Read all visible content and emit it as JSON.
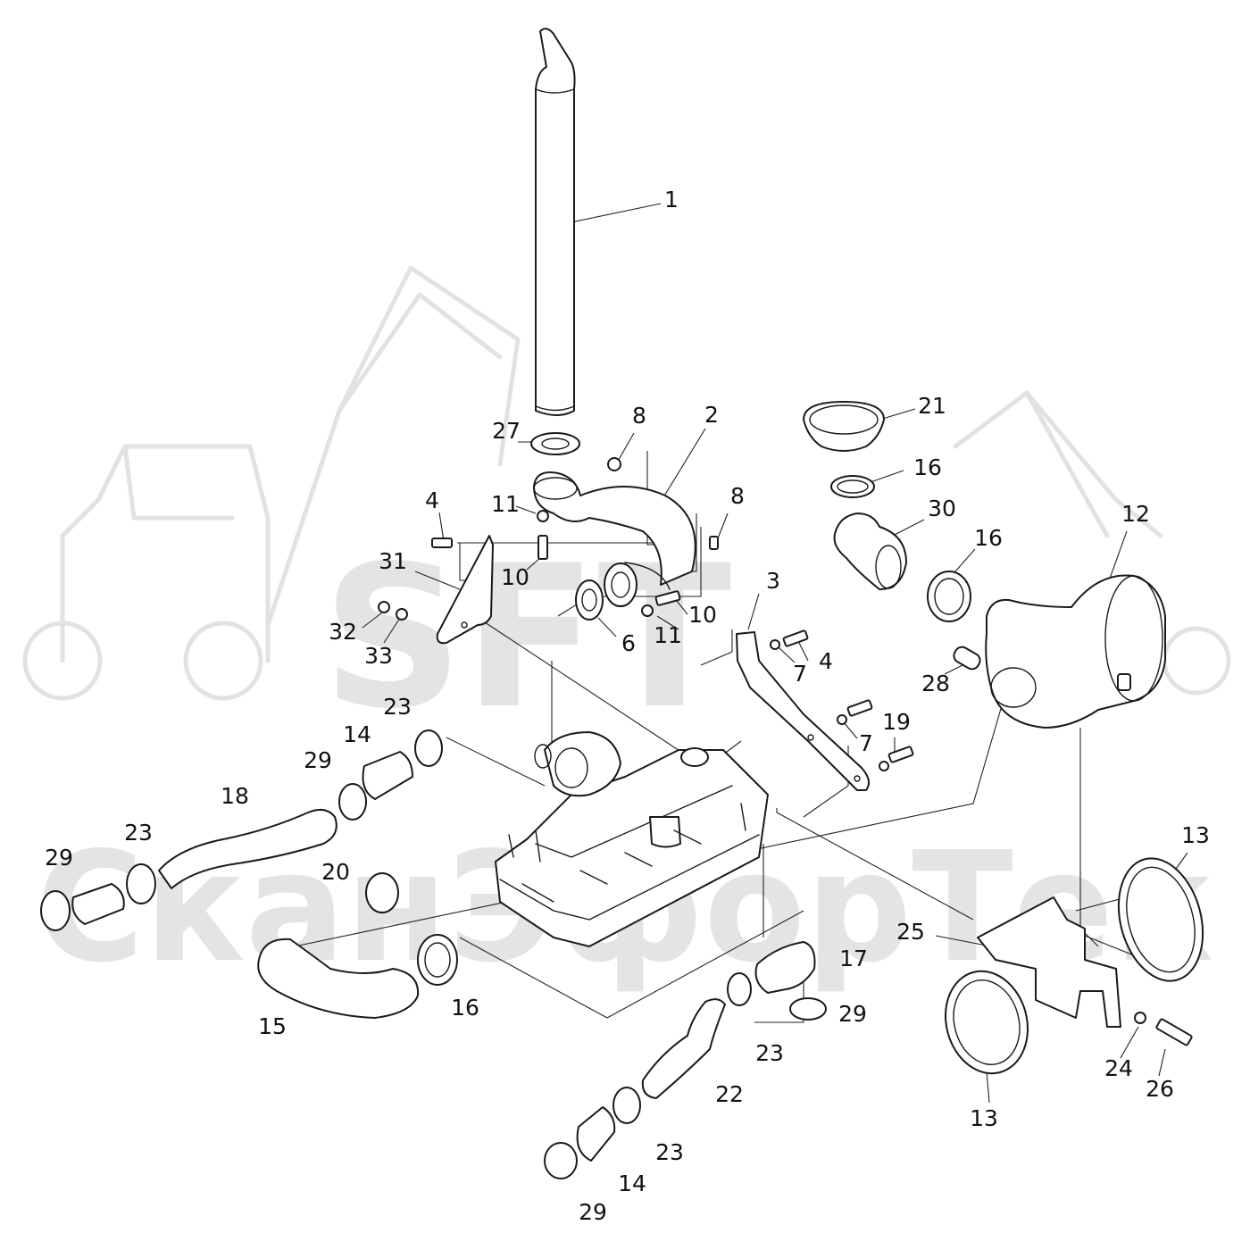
{
  "watermark": {
    "brand": "SFT",
    "company": "СканЭфорТек"
  },
  "callouts": {
    "c1": "1",
    "c2": "2",
    "c3": "3",
    "c4a": "4",
    "c4b": "4",
    "c6": "6",
    "c7a": "7",
    "c7b": "7",
    "c8a": "8",
    "c8b": "8",
    "c10a": "10",
    "c10b": "10",
    "c11a": "11",
    "c11b": "11",
    "c12": "12",
    "c13a": "13",
    "c13b": "13",
    "c14a": "14",
    "c14b": "14",
    "c15": "15",
    "c16a": "16",
    "c16b": "16",
    "c16c": "16",
    "c17": "17",
    "c18": "18",
    "c19": "19",
    "c20": "20",
    "c21": "21",
    "c22": "22",
    "c23a": "23",
    "c23b": "23",
    "c23c": "23",
    "c23d": "23",
    "c24": "24",
    "c25": "25",
    "c26": "26",
    "c27": "27",
    "c28": "28",
    "c29a": "29",
    "c29b": "29",
    "c29c": "29",
    "c29d": "29",
    "c30": "30",
    "c31": "31",
    "c32": "32",
    "c33": "33"
  }
}
